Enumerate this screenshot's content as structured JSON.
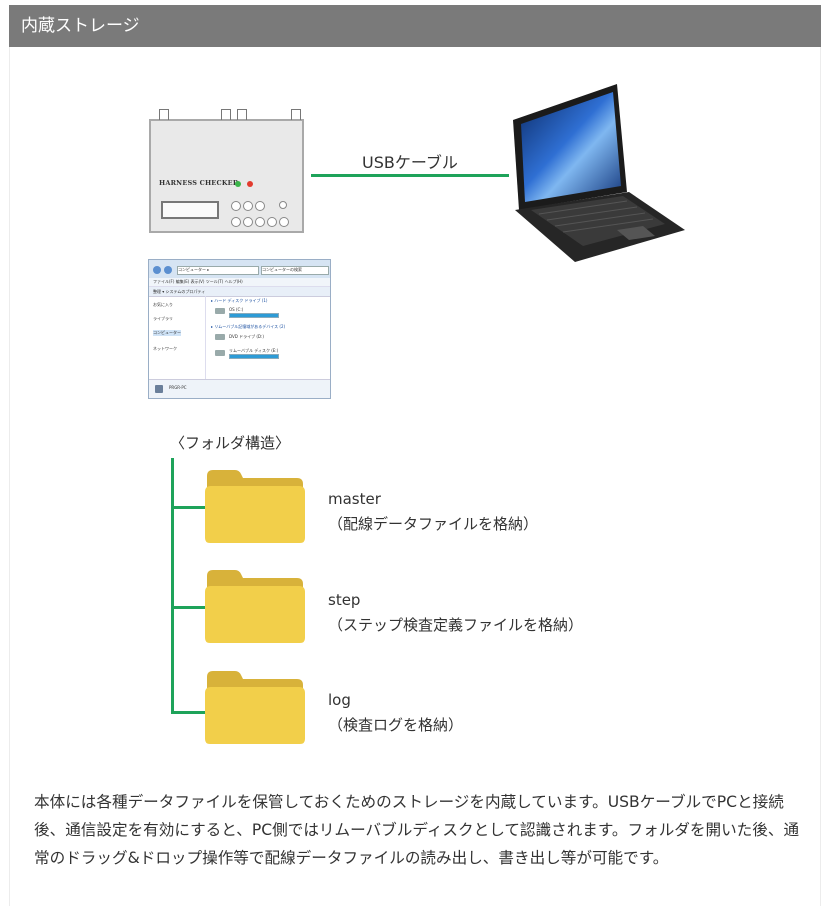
{
  "header": {
    "title": "内蔵ストレージ"
  },
  "device": {
    "name": "HARNESS CHECKER"
  },
  "cable": {
    "label": "USBケーブル"
  },
  "explorer": {
    "address": "コンピューター ▸",
    "search": "コンピューターの検索",
    "menu": "ファイル(F)  編集(E)  表示(V)  ツール(T)  ヘルプ(H)",
    "toolbar": "整理 ▾   システムのプロパティ",
    "sidebar": [
      "お気に入り",
      "ライブラリ",
      "コンピューター",
      "ネットワーク"
    ],
    "section_hdd": "▸ ハード ディスク ドライブ (1)",
    "section_removable": "▸ リムーバブル記憶域があるデバイス (2)",
    "drive_c": "OS (C:)",
    "drive_dvd": "DVD ドライブ (D:)",
    "drive_removable": "リムーバブル ディスク (E:)",
    "status_name": "PRGR-PC"
  },
  "tree": {
    "title": "〈フォルダ構造〉",
    "folders": [
      {
        "name": "master",
        "desc": "（配線データファイルを格納）"
      },
      {
        "name": "step",
        "desc": "（ステップ検査定義ファイルを格納）"
      },
      {
        "name": "log",
        "desc": "（検査ログを格納）"
      }
    ]
  },
  "colors": {
    "header_bg": "#7a7a7a",
    "line_green": "#1ea35a",
    "folder_yellow": "#f2cf4a"
  },
  "paragraph": "本体には各種データファイルを保管しておくためのストレージを内蔵しています。USBケーブルでPCと接続後、通信設定を有効にすると、PC側ではリムーバブルディスクとして認識されます。フォルダを開いた後、通常のドラッグ&ドロップ操作等で配線データファイルの読み出し、書き出し等が可能です。"
}
